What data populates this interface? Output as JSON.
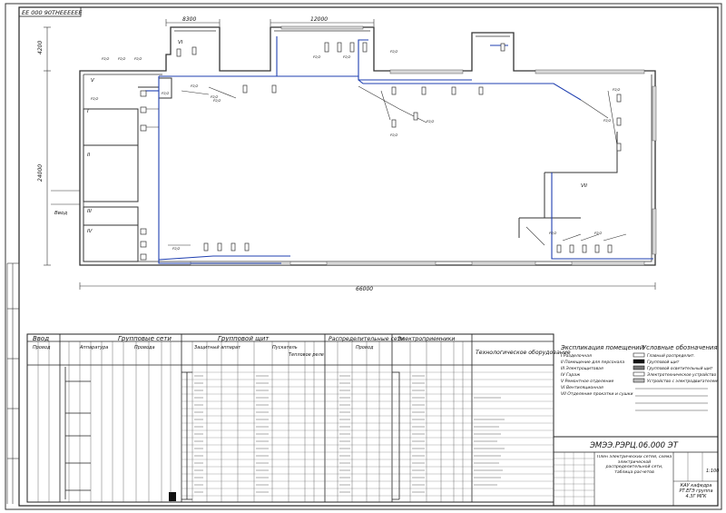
{
  "drawing": {
    "stamp_top": "ЕЕ 000 90ТНЕЕЕЕЕЕ",
    "doc_code": "ЭМЭЭ.РЭРЦ.06.000 ЭТ",
    "title_block": {
      "description": "Плен электрических сетей, схема электрической распределительной сети, таблица расчетов",
      "institution": "КАУ кафедра РТ.ЕГЭ группа 4.3Г МГК",
      "scale": "1:100"
    }
  },
  "plan": {
    "dimensions": {
      "top_left": "8300",
      "top_mid": "12000",
      "left_top": "4200",
      "left_main": "24000",
      "bottom": "66000"
    },
    "room_labels": [
      "I",
      "II",
      "III",
      "IV",
      "V",
      "VI",
      "VII"
    ],
    "entry_label": "Ввод"
  },
  "table": {
    "sections": [
      "Ввод",
      "Групповые сети",
      "Групповой щит",
      "Распределительные сети",
      "Электроприемники",
      "Технологическое оборудование"
    ],
    "subheaders": {
      "vvod": [
        "Провод"
      ],
      "group_nets": [
        "Аппаратура",
        "Провода"
      ],
      "group_panel": [
        "Защитный аппарат",
        "Пускатель",
        "Тепловое реле"
      ],
      "distribution": [
        "Провод"
      ]
    }
  },
  "legend": {
    "rooms_title": "Экспликация помещений",
    "rooms": [
      "I    Разделочная",
      "II   Помещение для персонала",
      "III  Электрощитовая",
      "IV   Гараж",
      "V    Ремонтное отделение",
      "VI   Вентиляционная",
      "VII  Отделение прокатки и сушки"
    ],
    "symbols_title": "Условные обозначения",
    "symbols": [
      "Главный распределит.",
      "Групповой щит",
      "Групповой осветительный щит",
      "Электротехническое устройство",
      "Устройство с электродвигателем"
    ]
  }
}
